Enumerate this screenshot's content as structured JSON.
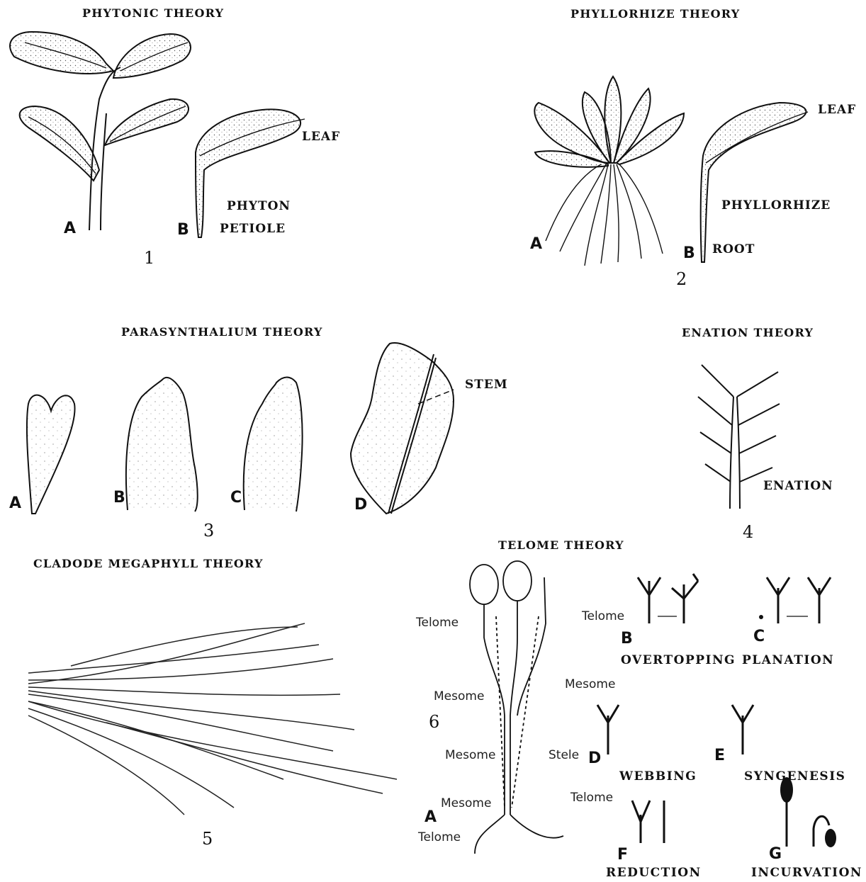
{
  "fig1": {
    "title": "PHYTONIC THEORY",
    "label_a": "A",
    "label_b": "B",
    "leaf": "LEAF",
    "phyton": "PHYTON",
    "petiole": "PETIOLE",
    "number": "1"
  },
  "fig2": {
    "title": "PHYLLORHIZE THEORY",
    "label_a": "A",
    "label_b": "B",
    "leaf": "LEAF",
    "phyllorhize": "PHYLLORHIZE",
    "root": "ROOT",
    "number": "2"
  },
  "fig3": {
    "title": "PARASYNTHALIUM THEORY",
    "label_a": "A",
    "label_b": "B",
    "label_c": "C",
    "label_d": "D",
    "stem": "STEM",
    "number": "3"
  },
  "fig4": {
    "title": "ENATION THEORY",
    "enation": "ENATION",
    "number": "4"
  },
  "fig5": {
    "title": "CLADODE MEGAPHYLL THEORY",
    "number": "5"
  },
  "fig6": {
    "title": "TELOME THEORY",
    "number": "6",
    "label_a": "A",
    "telome": "Telome",
    "mesome": "Mesome",
    "stele": "Stele",
    "b": "B",
    "c": "C",
    "d": "D",
    "e": "E",
    "f": "F",
    "g": "G",
    "overtopping": "OVERTOPPING",
    "planation": "PLANATION",
    "webbing": "WEBBING",
    "syngenesis": "SYNGENESIS",
    "reduction": "REDUCTION",
    "incurvation": "INCURVATION"
  }
}
